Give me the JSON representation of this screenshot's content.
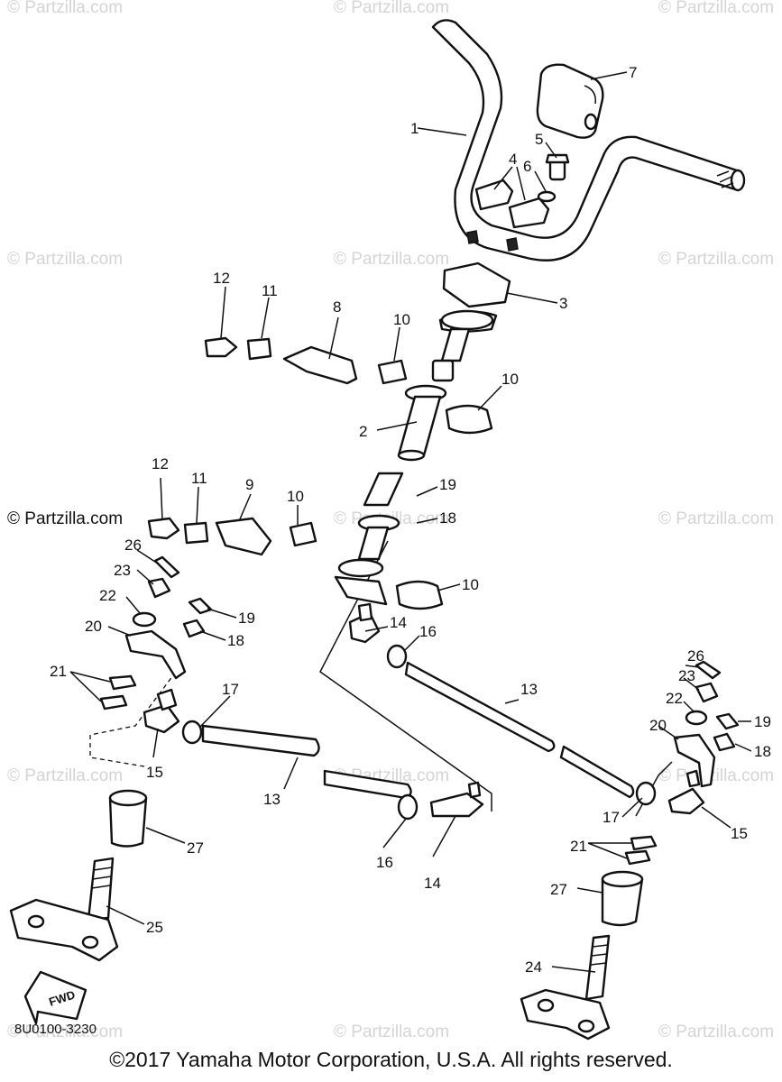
{
  "diagram": {
    "callouts": [
      "1",
      "2",
      "3",
      "4",
      "5",
      "6",
      "7",
      "8",
      "9",
      "10",
      "11",
      "12",
      "13",
      "14",
      "15",
      "16",
      "17",
      "18",
      "19",
      "20",
      "21",
      "22",
      "23",
      "24",
      "25",
      "26",
      "27"
    ],
    "watermark": "© Partzilla.com",
    "drawing_code": "8U0100-3230",
    "fwd_label": "FWD"
  },
  "copyright": "©2017 Yamaha Motor Corporation, U.S.A. All rights reserved."
}
